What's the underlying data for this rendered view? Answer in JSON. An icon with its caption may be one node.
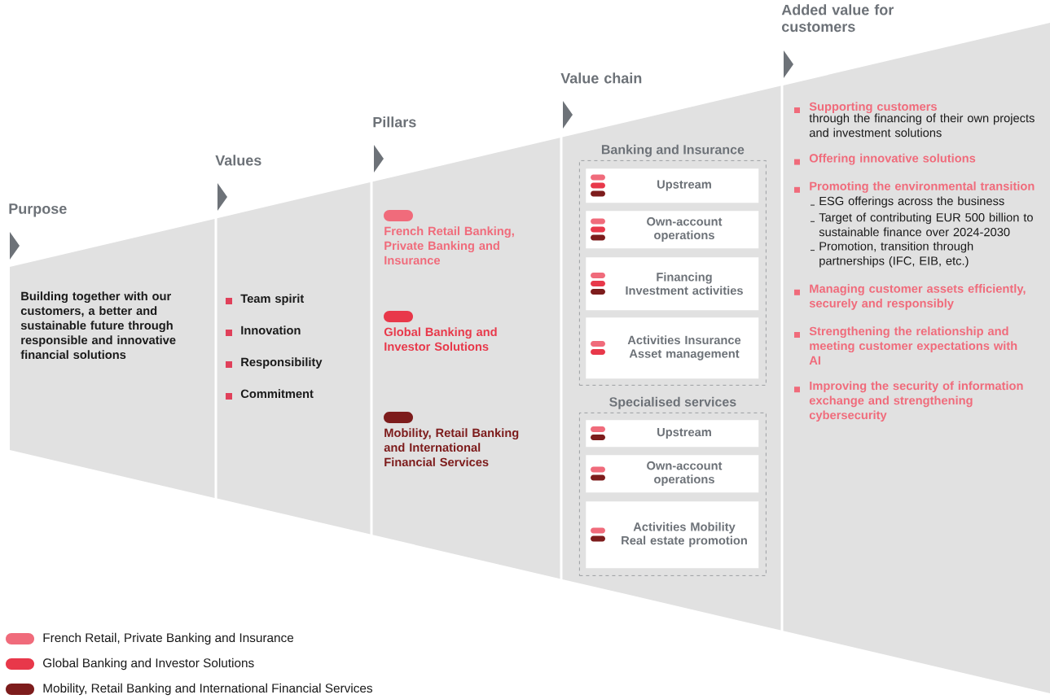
{
  "diagram": {
    "nodes": [
      {
        "text": [
          "Purpose",
          "Building together with our customers, a better and sustainable future through responsible and innovative financial solutions"
        ]
      },
      {
        "text": [
          "Values",
          "Team spirit",
          "Innovation",
          "Responsibility",
          "Commitment"
        ]
      },
      {
        "text": [
          "Pillars",
          "French Retail Banking, Private Banking and Insurance",
          "Global Banking and Investor Solutions",
          "Mobility, Retail Banking and International Financial Services"
        ]
      },
      {
        "text": [
          "Value chain"
        ]
      },
      {
        "text": [
          "Banking and Insurance"
        ],
        "in": 3
      },
      {
        "text": [
          "Upstream"
        ],
        "in": 4
      },
      {
        "text": [
          "Own-account operations"
        ],
        "in": 4
      },
      {
        "text": [
          "Financing Investment activities"
        ],
        "in": 4
      },
      {
        "text": [
          "Activities Insurance Asset management"
        ],
        "in": 4
      },
      {
        "text": [
          "Specialised services"
        ],
        "in": 3
      },
      {
        "text": [
          "Upstream"
        ],
        "in": 9
      },
      {
        "text": [
          "Own-account operations"
        ],
        "in": 9
      },
      {
        "text": [
          "Activities Mobility Real estate promotion"
        ],
        "in": 9
      },
      {
        "text": [
          "Added value for customers",
          "Supporting customers",
          "through the financing of their own projects and investment solutions",
          "Offering innovative solutions",
          "Promoting the environmental transition",
          "ESG offerings across the business",
          "Target of contributing EUR 500 billion to sustainable finance over 2024-2030",
          "Promotion, transition through partnerships (IFC, EIB, etc.)",
          "Managing customer assets efficiently, securely and responsibly",
          "Strengthening the relationship and meeting customer expectations with AI",
          "Improving the security of information exchange and strengthening cybersecurity"
        ]
      }
    ],
    "legend": [
      {
        "text": "French Retail, Private Banking and Insurance",
        "color": "#f06b7b"
      },
      {
        "text": "Global Banking and Investor Solutions",
        "color": "#e8384a"
      },
      {
        "text": "Mobility, Retail Banking and International Financial Services",
        "color": "#7d1c1c"
      }
    ]
  }
}
